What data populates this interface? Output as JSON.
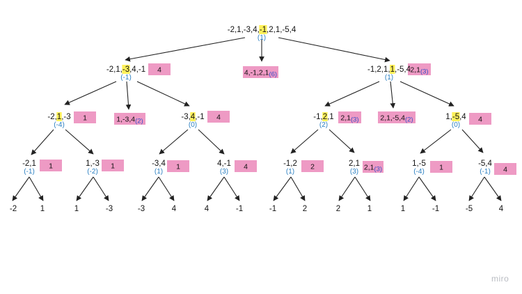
{
  "colors": {
    "highlight": "#fff15a",
    "box": "#ee9ac4",
    "subvalue": "#2a7fc1",
    "box_subvalue": "#3a50c8",
    "edge": "#222222"
  },
  "watermark": "miro",
  "nodes": [
    {
      "id": "root",
      "parts": [
        "-2,1,-3,4,",
        "-1",
        ",2,1,-5,4"
      ],
      "hl": 1,
      "sub": "(1)"
    },
    {
      "id": "L",
      "parts": [
        "-2,1,",
        "-3",
        ",4,-1"
      ],
      "hl": 1,
      "sub": "(-1)"
    },
    {
      "id": "R",
      "parts": [
        "-1,2,1,",
        "1",
        ",-5,4"
      ],
      "hl": 1,
      "sub": "(1)"
    },
    {
      "id": "LL",
      "parts": [
        "-2,",
        "1",
        ",-3"
      ],
      "hl": 1,
      "sub": "(-4)"
    },
    {
      "id": "LR",
      "parts": [
        "-3,",
        "4",
        ",-1"
      ],
      "hl": 1,
      "sub": "(0)"
    },
    {
      "id": "RL",
      "parts": [
        "-1,",
        "2",
        ",1"
      ],
      "hl": 1,
      "sub": "(2)"
    },
    {
      "id": "RR",
      "parts": [
        "1,",
        "-5",
        ",4"
      ],
      "hl": 1,
      "sub": "(0)"
    },
    {
      "id": "LLL",
      "parts": [
        "-2,1"
      ],
      "hl": -1,
      "sub": "(-1)"
    },
    {
      "id": "LLR",
      "parts": [
        "1,-3"
      ],
      "hl": -1,
      "sub": "(-2)"
    },
    {
      "id": "LRL",
      "parts": [
        "-3,4"
      ],
      "hl": -1,
      "sub": "(1)"
    },
    {
      "id": "LRR",
      "parts": [
        "4,-1"
      ],
      "hl": -1,
      "sub": "(3)"
    },
    {
      "id": "RLL",
      "parts": [
        "-1,2"
      ],
      "hl": -1,
      "sub": "(1)"
    },
    {
      "id": "RLR",
      "parts": [
        "2,1"
      ],
      "hl": -1,
      "sub": "(3)"
    },
    {
      "id": "RRL",
      "parts": [
        "1,-5"
      ],
      "hl": -1,
      "sub": "(-4)"
    },
    {
      "id": "RRR",
      "parts": [
        "-5,4"
      ],
      "hl": -1,
      "sub": "(-1)"
    }
  ],
  "boxes": [
    {
      "id": "b-L",
      "text": "4",
      "sub": ""
    },
    {
      "id": "b-mid",
      "text": "4,-1,2,1",
      "sub": "(6)"
    },
    {
      "id": "b-R",
      "text": "2,1",
      "sub": "(3)"
    },
    {
      "id": "b-LL",
      "text": "1",
      "sub": ""
    },
    {
      "id": "b-Lcross",
      "text": "1,-3,4",
      "sub": "(2)"
    },
    {
      "id": "b-LR",
      "text": "4",
      "sub": ""
    },
    {
      "id": "b-RL",
      "text": "2,1",
      "sub": "(3)"
    },
    {
      "id": "b-Rcross",
      "text": "2,1,-5,4",
      "sub": "(2)"
    },
    {
      "id": "b-RR",
      "text": "4",
      "sub": ""
    },
    {
      "id": "b-LLL",
      "text": "1",
      "sub": ""
    },
    {
      "id": "b-LLR",
      "text": "1",
      "sub": ""
    },
    {
      "id": "b-LRL",
      "text": "1",
      "sub": ""
    },
    {
      "id": "b-LRR",
      "text": "4",
      "sub": ""
    },
    {
      "id": "b-RLL",
      "text": "2",
      "sub": ""
    },
    {
      "id": "b-RLR",
      "text": "2,1",
      "sub": "(3)"
    },
    {
      "id": "b-RRL",
      "text": "1",
      "sub": ""
    },
    {
      "id": "b-RRR",
      "text": "4",
      "sub": ""
    }
  ],
  "leaves": [
    "-2",
    "1",
    "1",
    "-3",
    "-3",
    "4",
    "4",
    "-1",
    "-1",
    "2",
    "2",
    "1",
    "1",
    "-1",
    "-5",
    "4"
  ]
}
